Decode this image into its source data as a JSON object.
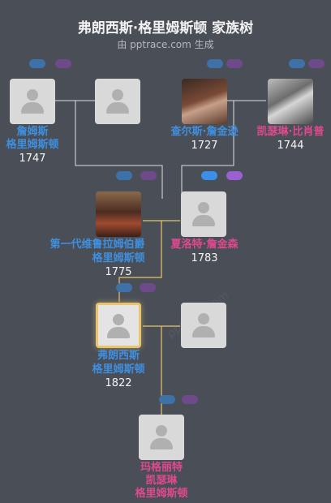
{
  "header": {
    "title": "弗朗西斯·格里姆斯顿 家族树",
    "subtitle": "由 pptrace.com 生成"
  },
  "watermark": "pptrace.com",
  "colors": {
    "background": "#4a4f57",
    "male": "#3f8fe0",
    "female": "#e0498f",
    "focus_border": "#e9c46a",
    "line": "#dcdcdc",
    "line_focus": "#e9c46a"
  },
  "people": {
    "james": {
      "name1": "詹姆斯",
      "name2": "格里姆斯顿",
      "year": "1747"
    },
    "father2_placeholder": {
      "name1": ""
    },
    "charles_jenkinson": {
      "name1": "查尔斯·詹金逊",
      "year": "1727"
    },
    "catherine_bishop": {
      "name1": "凯瑟琳·比肖普",
      "year": "1744"
    },
    "viscount": {
      "name1": "第一代维鲁拉姆伯爵",
      "name2": "格里姆斯顿",
      "year": "1775"
    },
    "charlotte": {
      "name1": "夏洛特·詹金森",
      "year": "1783"
    },
    "francis": {
      "name1": "弗朗西斯",
      "name2": "格里姆斯顿",
      "year": "1822"
    },
    "margaret": {
      "name1": "玛格丽特",
      "name2": "凯瑟琳",
      "name3": "格里姆斯顿"
    }
  }
}
